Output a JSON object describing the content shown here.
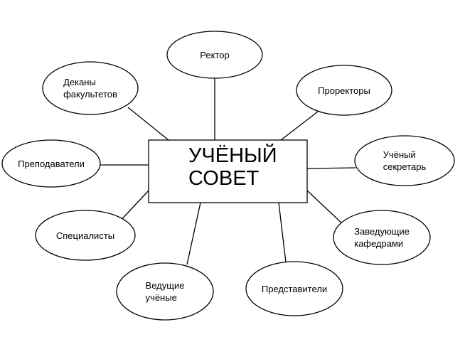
{
  "center": {
    "line1": "УЧЁНЫЙ",
    "line2": "СОВЕТ"
  },
  "nodes": {
    "rector": {
      "line1": "Ректор"
    },
    "deans": {
      "line1": "Деканы",
      "line2": "факультетов"
    },
    "prorectors": {
      "line1": "Проректоры"
    },
    "teachers": {
      "line1": "Преподаватели"
    },
    "secretary": {
      "line1": "Учёный",
      "line2": "секретарь"
    },
    "specialists": {
      "line1": "Специалисты"
    },
    "heads": {
      "line1": "Заведующие",
      "line2": "кафедрами"
    },
    "scientists": {
      "line1": "Ведущие",
      "line2": "учёные"
    },
    "representatives": {
      "line1": "Представители"
    }
  }
}
